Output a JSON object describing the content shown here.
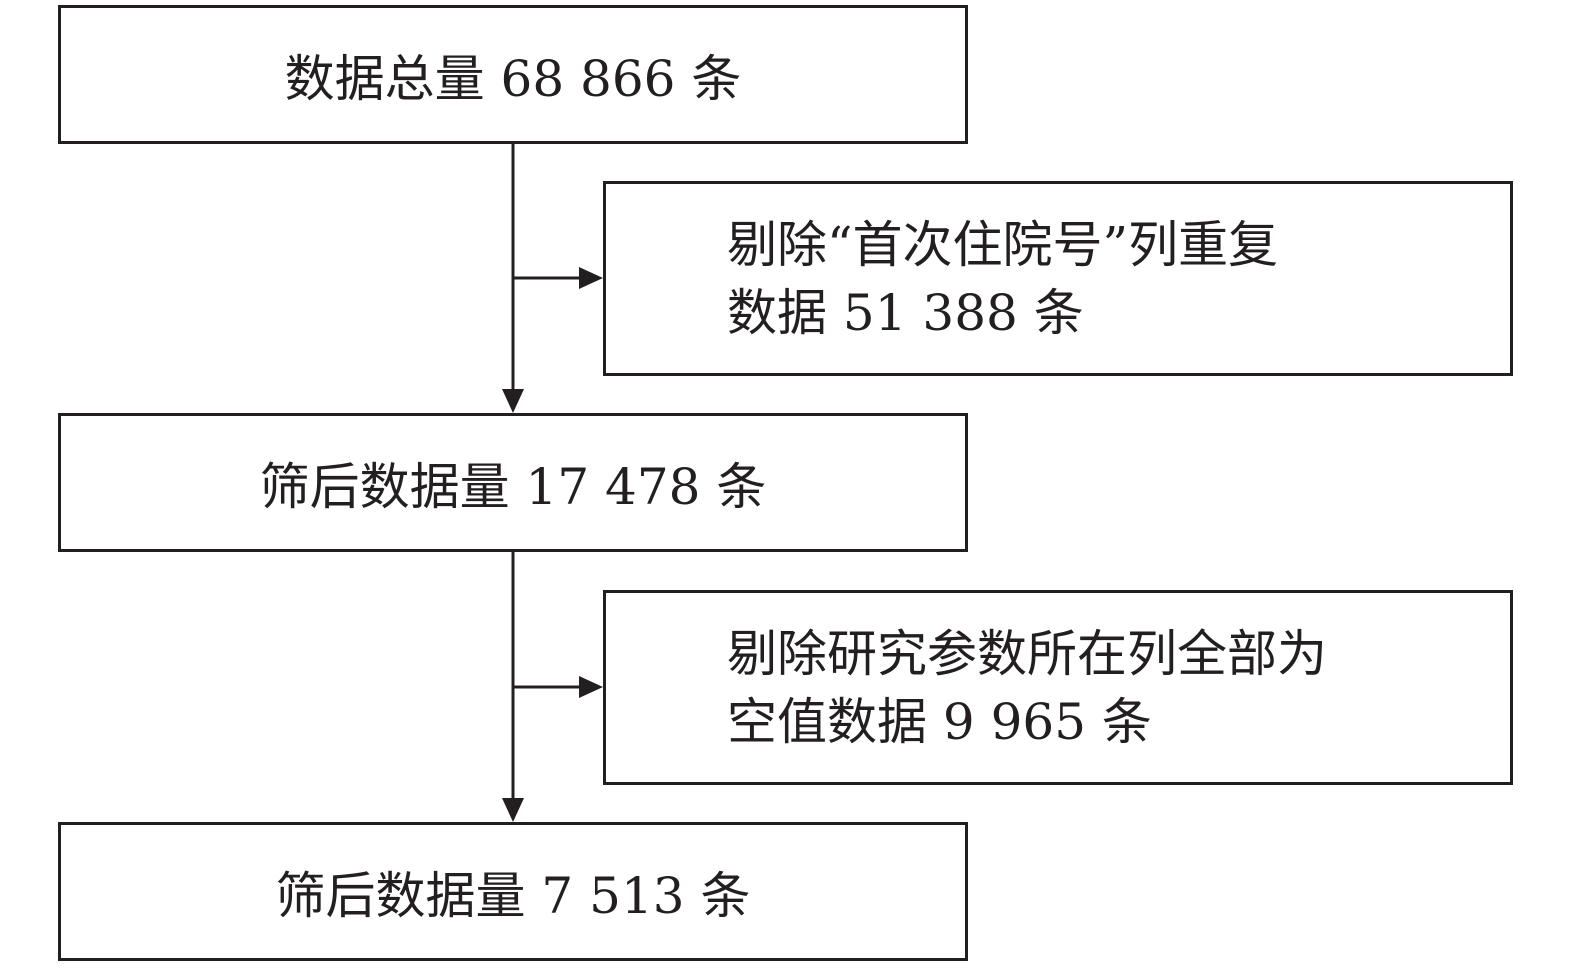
{
  "flowchart": {
    "steps": [
      {
        "text": "数据总量 68 866 条"
      },
      {
        "line1": "剔除“首次住院号”列重复",
        "line2": "数据 51 388 条"
      },
      {
        "text": "筛后数据量 17 478 条"
      },
      {
        "line1": "剔除研究参数所在列全部为",
        "line2": "空值数据 9 965 条"
      },
      {
        "text": "筛后数据量 7 513 条"
      }
    ],
    "colors": {
      "stroke": "#231f20",
      "background": "#ffffff"
    }
  }
}
